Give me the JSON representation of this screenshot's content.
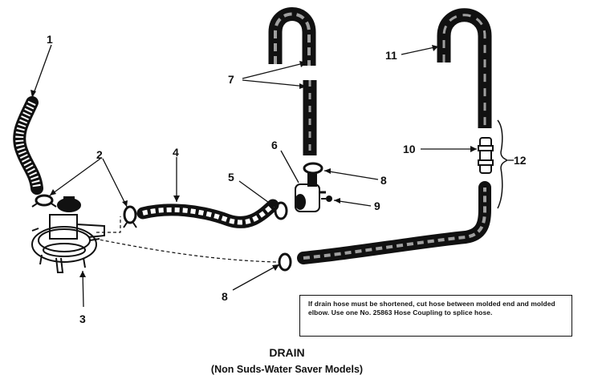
{
  "diagram": {
    "title": "DRAIN",
    "subtitle": "(Non Suds-Water Saver Models)",
    "note": "If drain hose must be shortened, cut hose between molded end and molded elbow. Use one No. 25863 Hose Coupling to splice hose.",
    "callouts": [
      "1",
      "2",
      "3",
      "4",
      "5",
      "6",
      "7",
      "8",
      "8",
      "9",
      "10",
      "11",
      "12"
    ],
    "parts": [
      "corrugated-hose",
      "hose-clamp",
      "pump",
      "drain-hose",
      "hose-clamp",
      "molded-elbow",
      "hose",
      "hose-clamp",
      "screw",
      "hose-coupling",
      "hose",
      "hose-splice"
    ]
  }
}
